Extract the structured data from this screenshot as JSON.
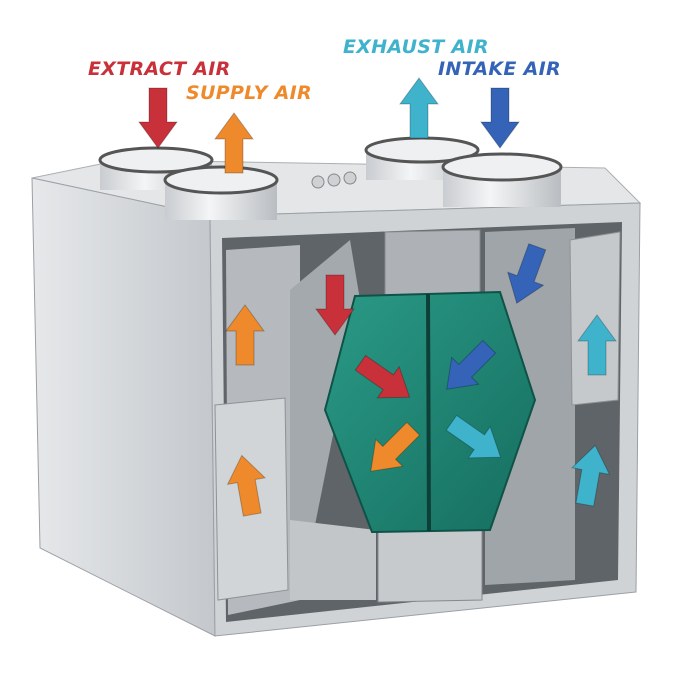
{
  "labels": {
    "extract": "EXTRACT AIR",
    "supply": "SUPPLY AIR",
    "exhaust": "EXHAUST AIR",
    "intake": "INTAKE AIR"
  },
  "colors": {
    "extract": "#c8313a",
    "supply": "#ef8a2c",
    "exhaust": "#3fb3cc",
    "intake": "#3463b8",
    "exchanger": "#1f8a78",
    "casing": "#d9dcdf",
    "interior": "#6b6f73"
  }
}
